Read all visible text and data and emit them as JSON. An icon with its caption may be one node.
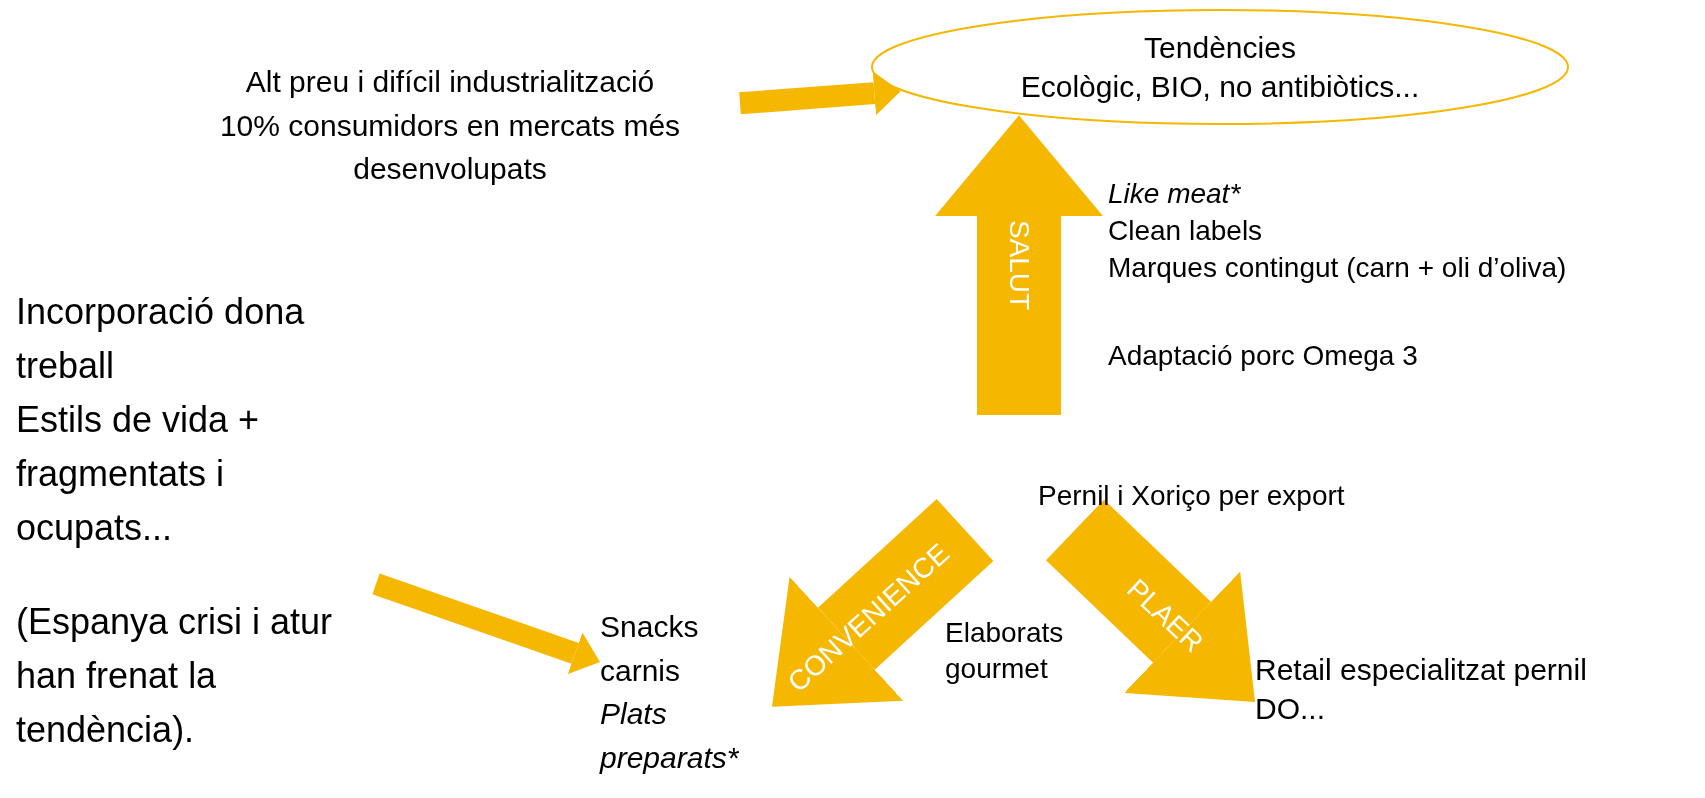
{
  "diagram": {
    "nodes": [
      {
        "text": [
          "Alt preu i difícil industrialització",
          "10% consumidors en mercats més desenvolupats"
        ]
      },
      {
        "text": [
          "Tendències",
          "Ecològic, BIO, no antibiòtics..."
        ]
      },
      {
        "text": [
          "Incorporació dona treball",
          "Estils de vida + fragmentats i ocupats...",
          "(Espanya crisi i atur han frenat la tendència)."
        ]
      },
      {
        "text": [
          "Snacks carnis",
          "Plats preparats*"
        ]
      },
      {
        "text": [
          "Retail especialitzat pernil DO..."
        ]
      }
    ],
    "edges": [
      {
        "from": 0,
        "to": 1,
        "arrow": "to"
      },
      {
        "from": null,
        "to": 1,
        "arrow": "to",
        "label": "SALUT"
      },
      {
        "from": 2,
        "to": 3,
        "arrow": "to"
      },
      {
        "from": null,
        "to": 3,
        "arrow": "to",
        "label": "CONVENIENCE"
      },
      {
        "from": null,
        "to": 4,
        "arrow": "to",
        "label": "PLAER"
      }
    ],
    "labels": [
      "Like meat*",
      "Clean labels",
      "Marques contingut (carn + oli d’oliva)",
      "Adaptació porc Omega 3",
      "Pernil i Xoriço per export",
      "Elaborats gourmet"
    ]
  }
}
